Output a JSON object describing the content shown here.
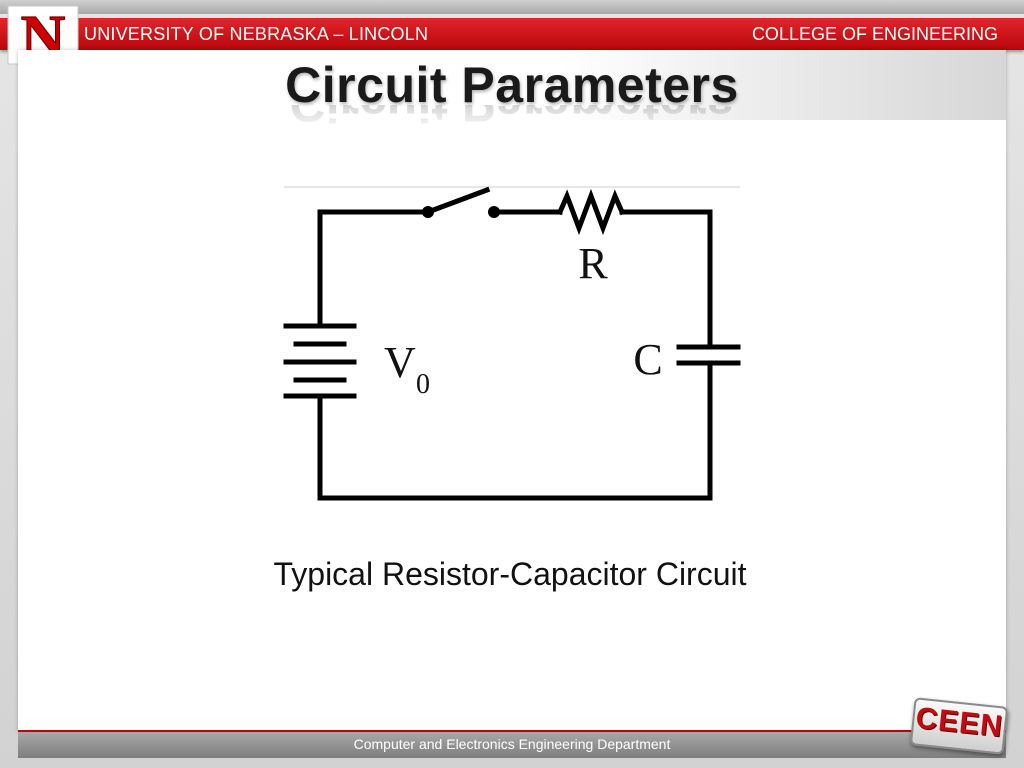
{
  "header": {
    "university": "UNIVERSITY OF NEBRASKA – LINCOLN",
    "college": "COLLEGE OF ENGINEERING",
    "logo_letter": "N"
  },
  "slide": {
    "title": "Circuit Parameters",
    "caption": "Typical Resistor-Capacitor Circuit"
  },
  "diagram": {
    "resistor_label": "R",
    "capacitor_label": "C",
    "source_label": "V",
    "source_subscript": "0"
  },
  "footer": {
    "department": "Computer and Electronics Engineering Department",
    "badge": "CEEN"
  },
  "colors": {
    "brand_red": "#d00000",
    "footer_gray": "#8c8c8c"
  }
}
